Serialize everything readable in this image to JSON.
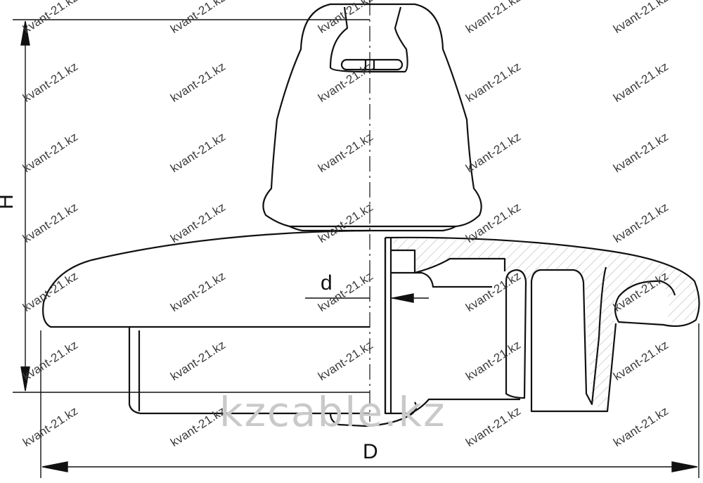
{
  "drawing": {
    "dimensions": {
      "height_label": "H",
      "pin_diameter_label": "d",
      "diameter_label": "D"
    }
  },
  "watermarks": {
    "repeated_text": "kvant-21.kz",
    "brand_text": "kzcable.kz"
  },
  "colors": {
    "line": "#111111",
    "watermark": "#3a3a3a",
    "brand": "#c9c9c9"
  }
}
